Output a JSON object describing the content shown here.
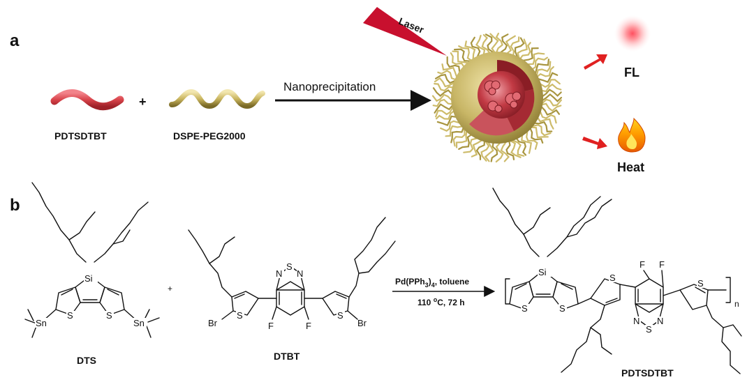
{
  "panel_a": {
    "letter": "a",
    "polymer_label": "PDTSDTBT",
    "plus": "+",
    "lipid_label": "DSPE-PEG2000",
    "process_label": "Nanoprecipitation",
    "laser_label": "Laser",
    "output_fl": "FL",
    "output_heat": "Heat"
  },
  "panel_b": {
    "letter": "b",
    "monomer1_label": "DTS",
    "plus": "+",
    "monomer2_label": "DTBT",
    "condition_line1_pre": "Pd(PPh",
    "condition_line1_sub": "3",
    "condition_line1_mid": ")",
    "condition_line1_sub2": "4",
    "condition_line1_post": ", toluene",
    "condition_line2_pre": "110 ",
    "condition_line2_sup": "o",
    "condition_line2_post": "C, 72 h",
    "product_label": "PDTSDTBT",
    "repeat_n": "n",
    "atoms": {
      "si": "Si",
      "sn": "Sn",
      "s": "S",
      "n": "N",
      "f": "F",
      "br": "Br"
    }
  },
  "colors": {
    "polymer_red": "#d8434a",
    "lipid_gold": "#c9b55e",
    "laser_red": "#c8102e",
    "arrow_red": "#e02020",
    "core_red": "#b8303a",
    "shell_gold": "#c8b666"
  }
}
